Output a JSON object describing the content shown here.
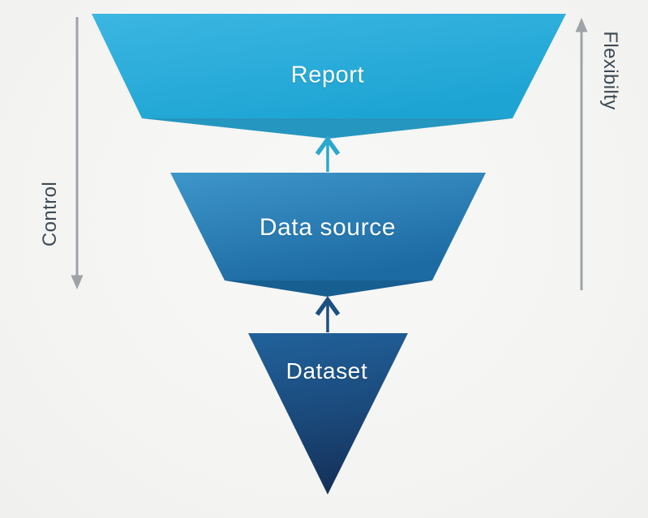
{
  "diagram": {
    "background": "#f5f5f3",
    "layers": [
      {
        "id": "report",
        "label": "Report",
        "fill_top": "#3cb6e2",
        "fill_bottom": "#1da4d3",
        "fold_color": "#2596bf"
      },
      {
        "id": "data-source",
        "label": "Data source",
        "fill_top": "#3e96ca",
        "fill_bottom": "#1d6ba3",
        "fold_color": "#175e91"
      },
      {
        "id": "dataset",
        "label": "Dataset",
        "fill_top": "#21629b",
        "fill_bottom": "#15325b"
      }
    ],
    "connectors": [
      {
        "from": "data-source",
        "to": "report",
        "direction": "up",
        "color": "#2aa8cd"
      },
      {
        "from": "dataset",
        "to": "data-source",
        "direction": "up",
        "color": "#1d5080"
      }
    ],
    "axes": {
      "left": {
        "label": "Control",
        "direction": "down",
        "line_color": "#9da3a7",
        "text_color": "#3d4b55"
      },
      "right": {
        "label": "Flexibilty",
        "direction": "up",
        "line_color": "#9da3a7",
        "text_color": "#3d4b55"
      }
    }
  }
}
